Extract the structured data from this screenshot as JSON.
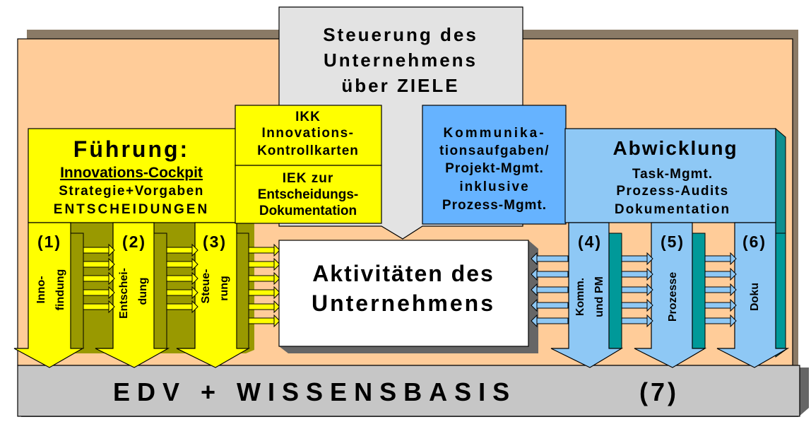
{
  "top": {
    "line1": "Steuerung des",
    "line2": "Unternehmens",
    "line3": "über ZIELE"
  },
  "fuehrung": {
    "title": "Führung:",
    "subtitle": "Innovations-Cockpit",
    "line1": "Strategie+Vorgaben",
    "line2": "ENTSCHEIDUNGEN",
    "columns": [
      {
        "num": "(1)",
        "label1": "Inno-",
        "label2": "findung"
      },
      {
        "num": "(2)",
        "label1": "Entschei-",
        "label2": "dung"
      },
      {
        "num": "(3)",
        "label1": "Steue-",
        "label2": "rung"
      }
    ]
  },
  "ikk": {
    "line1": "IKK",
    "line2": "Innovations-",
    "line3": "Kontrollkarten"
  },
  "iek": {
    "line1": "IEK zur",
    "line2": "Entscheidungs-",
    "line3": "Dokumentation"
  },
  "kommunikation": {
    "line1": "Kommunika-",
    "line2": "tionsaufgaben/",
    "line3": "Projekt-Mgmt.",
    "line4": "inklusive",
    "line5": "Prozess-Mgmt."
  },
  "abwicklung": {
    "title": "Abwicklung",
    "line1": "Task-Mgmt.",
    "line2": "Prozess-Audits",
    "line3": "Dokumentation",
    "columns": [
      {
        "num": "(4)",
        "label1": "Komm.",
        "label2": "und PM"
      },
      {
        "num": "(5)",
        "label1": "Prozesse"
      },
      {
        "num": "(6)",
        "label1": "Doku"
      }
    ]
  },
  "center": {
    "line1": "Aktivitäten des",
    "line2": "Unternehmens"
  },
  "base": {
    "label": "EDV + WISSENSBASIS",
    "num": "(7)"
  },
  "colors": {
    "frame": "#ffcc99",
    "yellow": "#ffff00",
    "yellowShadow": "#999900",
    "blue": "#66b3ff",
    "lightBlue": "#8ec8f5",
    "teal": "#009999",
    "grey": "#e3e3e3",
    "base": "#c6c6c6"
  }
}
